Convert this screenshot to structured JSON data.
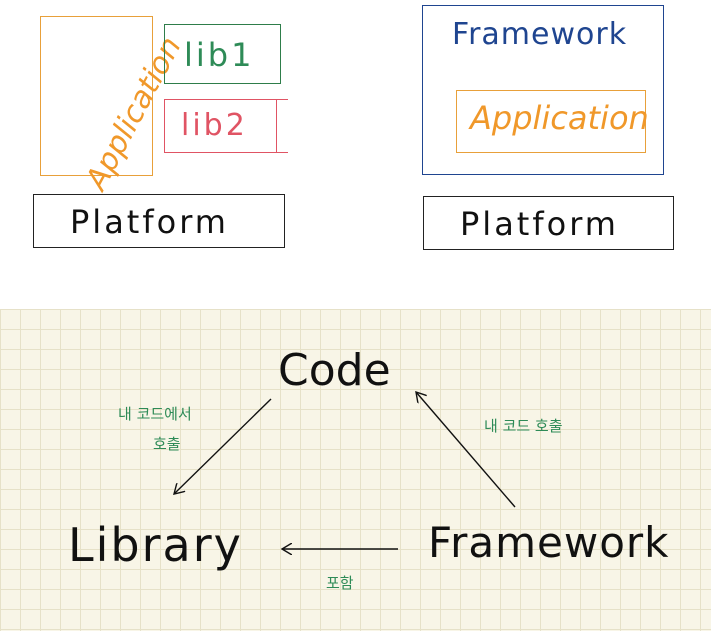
{
  "library_model": {
    "application": "Application",
    "lib1": "lib1",
    "lib2": "lib2",
    "platform": "Platform"
  },
  "framework_model": {
    "framework": "Framework",
    "application": "Application",
    "platform": "Platform"
  },
  "relationship_diagram": {
    "code": "Code",
    "library": "Library",
    "framework": "Framework",
    "edge_code_to_library": [
      "내 코드에서",
      "호출"
    ],
    "edge_framework_to_code": "내 코드 호출",
    "edge_framework_to_library": "포함"
  },
  "colors": {
    "application": "#f0982a",
    "lib1": "#2e8b57",
    "lib2": "#e05464",
    "framework_box": "#1f4590",
    "notes": "#2e8b57",
    "grid_background": "#f8f5e7"
  }
}
